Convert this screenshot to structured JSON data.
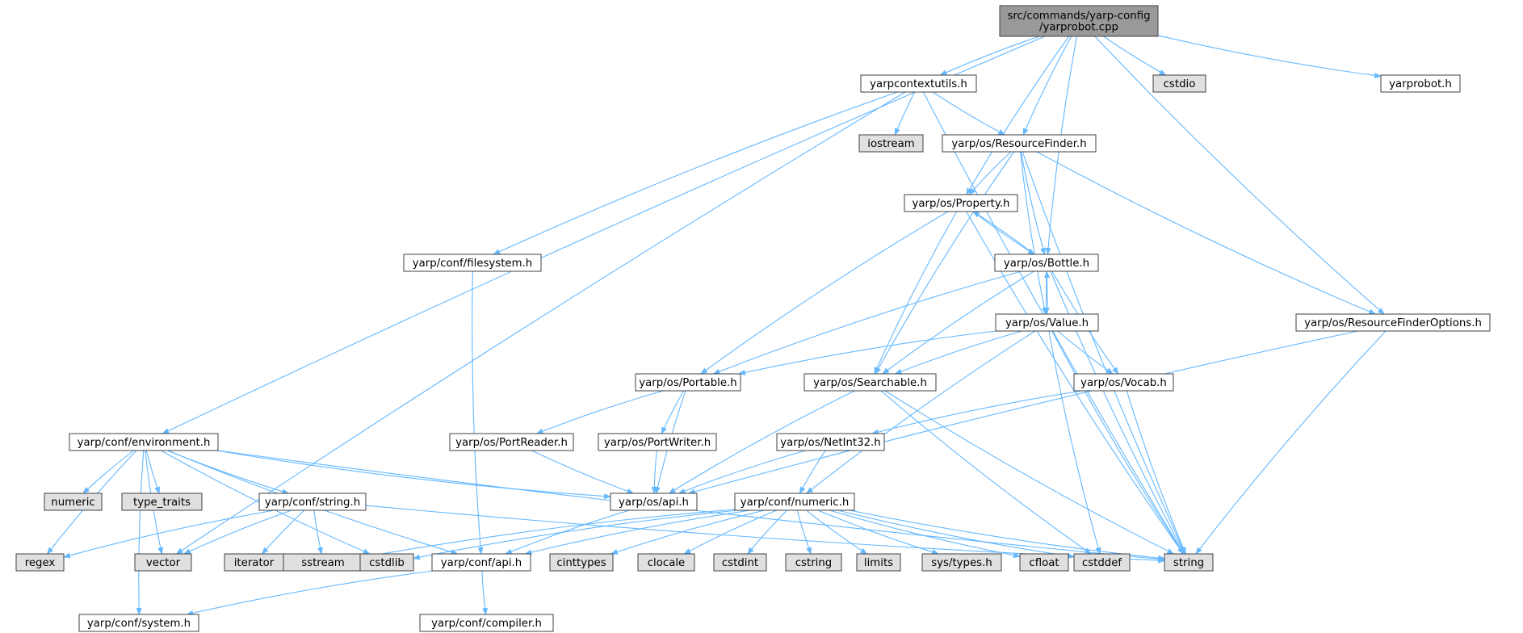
{
  "colors": {
    "edge": "#63b8ff",
    "root_fill": "#999999",
    "header_fill": "#ffffff",
    "system_fill": "#e0e0e0",
    "border": "#404040",
    "border_light": "#999999"
  },
  "graph": {
    "nodes": [
      {
        "id": "root",
        "lines": [
          "src/commands/yarp-config",
          "/yarprobot.cpp"
        ],
        "kind": "root"
      },
      {
        "id": "yarpcontextutils",
        "lines": [
          "yarpcontextutils.h"
        ],
        "kind": "header"
      },
      {
        "id": "cstdio",
        "lines": [
          "cstdio"
        ],
        "kind": "system"
      },
      {
        "id": "yarprobot_h",
        "lines": [
          "yarprobot.h"
        ],
        "kind": "header"
      },
      {
        "id": "iostream",
        "lines": [
          "iostream"
        ],
        "kind": "system"
      },
      {
        "id": "resourcefinder",
        "lines": [
          "yarp/os/ResourceFinder.h"
        ],
        "kind": "header"
      },
      {
        "id": "property",
        "lines": [
          "yarp/os/Property.h"
        ],
        "kind": "header"
      },
      {
        "id": "filesystem",
        "lines": [
          "yarp/conf/filesystem.h"
        ],
        "kind": "header"
      },
      {
        "id": "bottle",
        "lines": [
          "yarp/os/Bottle.h"
        ],
        "kind": "header"
      },
      {
        "id": "rfoptions",
        "lines": [
          "yarp/os/ResourceFinderOptions.h"
        ],
        "kind": "header"
      },
      {
        "id": "value",
        "lines": [
          "yarp/os/Value.h"
        ],
        "kind": "header"
      },
      {
        "id": "portable",
        "lines": [
          "yarp/os/Portable.h"
        ],
        "kind": "header"
      },
      {
        "id": "searchable",
        "lines": [
          "yarp/os/Searchable.h"
        ],
        "kind": "header"
      },
      {
        "id": "vocab",
        "lines": [
          "yarp/os/Vocab.h"
        ],
        "kind": "header"
      },
      {
        "id": "environment",
        "lines": [
          "yarp/conf/environment.h"
        ],
        "kind": "header"
      },
      {
        "id": "portreader",
        "lines": [
          "yarp/os/PortReader.h"
        ],
        "kind": "header"
      },
      {
        "id": "portwriter",
        "lines": [
          "yarp/os/PortWriter.h"
        ],
        "kind": "header"
      },
      {
        "id": "netint32",
        "lines": [
          "yarp/os/NetInt32.h"
        ],
        "kind": "header"
      },
      {
        "id": "numeric",
        "lines": [
          "numeric"
        ],
        "kind": "system"
      },
      {
        "id": "type_traits",
        "lines": [
          "type_traits"
        ],
        "kind": "system"
      },
      {
        "id": "confstring",
        "lines": [
          "yarp/conf/string.h"
        ],
        "kind": "header"
      },
      {
        "id": "osapi",
        "lines": [
          "yarp/os/api.h"
        ],
        "kind": "header"
      },
      {
        "id": "confnumeric",
        "lines": [
          "yarp/conf/numeric.h"
        ],
        "kind": "header"
      },
      {
        "id": "regex",
        "lines": [
          "regex"
        ],
        "kind": "system"
      },
      {
        "id": "vector",
        "lines": [
          "vector"
        ],
        "kind": "system"
      },
      {
        "id": "iterator",
        "lines": [
          "iterator"
        ],
        "kind": "system"
      },
      {
        "id": "sstream",
        "lines": [
          "sstream"
        ],
        "kind": "system"
      },
      {
        "id": "cstdlib",
        "lines": [
          "cstdlib"
        ],
        "kind": "system"
      },
      {
        "id": "confapi",
        "lines": [
          "yarp/conf/api.h"
        ],
        "kind": "header"
      },
      {
        "id": "cinttypes",
        "lines": [
          "cinttypes"
        ],
        "kind": "system"
      },
      {
        "id": "clocale",
        "lines": [
          "clocale"
        ],
        "kind": "system"
      },
      {
        "id": "cstdint",
        "lines": [
          "cstdint"
        ],
        "kind": "system"
      },
      {
        "id": "cstring",
        "lines": [
          "cstring"
        ],
        "kind": "system"
      },
      {
        "id": "limits",
        "lines": [
          "limits"
        ],
        "kind": "system"
      },
      {
        "id": "systypes",
        "lines": [
          "sys/types.h"
        ],
        "kind": "system"
      },
      {
        "id": "cfloat",
        "lines": [
          "cfloat"
        ],
        "kind": "system"
      },
      {
        "id": "cstddef",
        "lines": [
          "cstddef"
        ],
        "kind": "system"
      },
      {
        "id": "string",
        "lines": [
          "string"
        ],
        "kind": "system"
      },
      {
        "id": "confsystem",
        "lines": [
          "yarp/conf/system.h"
        ],
        "kind": "header"
      },
      {
        "id": "confcompiler",
        "lines": [
          "yarp/conf/compiler.h"
        ],
        "kind": "header"
      }
    ],
    "edges": [
      [
        "root",
        "yarpcontextutils"
      ],
      [
        "root",
        "cstdio"
      ],
      [
        "root",
        "yarprobot_h"
      ],
      [
        "root",
        "resourcefinder"
      ],
      [
        "root",
        "property"
      ],
      [
        "root",
        "bottle"
      ],
      [
        "root",
        "rfoptions"
      ],
      [
        "root",
        "environment"
      ],
      [
        "yarpcontextutils",
        "iostream"
      ],
      [
        "yarpcontextutils",
        "resourcefinder"
      ],
      [
        "yarpcontextutils",
        "filesystem"
      ],
      [
        "yarpcontextutils",
        "vector"
      ],
      [
        "yarpcontextutils",
        "string"
      ],
      [
        "resourcefinder",
        "property"
      ],
      [
        "resourcefinder",
        "bottle"
      ],
      [
        "resourcefinder",
        "value"
      ],
      [
        "resourcefinder",
        "searchable"
      ],
      [
        "resourcefinder",
        "rfoptions"
      ],
      [
        "resourcefinder",
        "string"
      ],
      [
        "property",
        "bottle"
      ],
      [
        "property",
        "portable"
      ],
      [
        "property",
        "searchable"
      ],
      [
        "property",
        "string"
      ],
      [
        "bottle",
        "property"
      ],
      [
        "bottle",
        "value"
      ],
      [
        "bottle",
        "portable"
      ],
      [
        "bottle",
        "searchable"
      ],
      [
        "bottle",
        "vocab"
      ],
      [
        "bottle",
        "string"
      ],
      [
        "value",
        "bottle"
      ],
      [
        "value",
        "portable"
      ],
      [
        "value",
        "searchable"
      ],
      [
        "value",
        "vocab"
      ],
      [
        "value",
        "confnumeric"
      ],
      [
        "value",
        "cstddef"
      ],
      [
        "value",
        "string"
      ],
      [
        "filesystem",
        "confapi"
      ],
      [
        "rfoptions",
        "osapi"
      ],
      [
        "rfoptions",
        "string"
      ],
      [
        "portable",
        "portreader"
      ],
      [
        "portable",
        "portwriter"
      ],
      [
        "portable",
        "osapi"
      ],
      [
        "searchable",
        "osapi"
      ],
      [
        "searchable",
        "cstddef"
      ],
      [
        "searchable",
        "string"
      ],
      [
        "vocab",
        "netint32"
      ],
      [
        "vocab",
        "string"
      ],
      [
        "portreader",
        "osapi"
      ],
      [
        "portwriter",
        "osapi"
      ],
      [
        "netint32",
        "osapi"
      ],
      [
        "netint32",
        "confnumeric"
      ],
      [
        "environment",
        "numeric"
      ],
      [
        "environment",
        "type_traits"
      ],
      [
        "environment",
        "confstring"
      ],
      [
        "environment",
        "regex"
      ],
      [
        "environment",
        "vector"
      ],
      [
        "environment",
        "cstdlib"
      ],
      [
        "environment",
        "confapi"
      ],
      [
        "environment",
        "osapi"
      ],
      [
        "environment",
        "string"
      ],
      [
        "environment",
        "confsystem"
      ],
      [
        "confstring",
        "regex"
      ],
      [
        "confstring",
        "vector"
      ],
      [
        "confstring",
        "iterator"
      ],
      [
        "confstring",
        "sstream"
      ],
      [
        "confstring",
        "string"
      ],
      [
        "osapi",
        "confapi"
      ],
      [
        "confnumeric",
        "confapi"
      ],
      [
        "confnumeric",
        "sstream"
      ],
      [
        "confnumeric",
        "cstdlib"
      ],
      [
        "confnumeric",
        "cinttypes"
      ],
      [
        "confnumeric",
        "clocale"
      ],
      [
        "confnumeric",
        "cstdint"
      ],
      [
        "confnumeric",
        "cstring"
      ],
      [
        "confnumeric",
        "limits"
      ],
      [
        "confnumeric",
        "systypes"
      ],
      [
        "confnumeric",
        "cfloat"
      ],
      [
        "confnumeric",
        "cstddef"
      ],
      [
        "confnumeric",
        "string"
      ],
      [
        "confapi",
        "confsystem"
      ],
      [
        "confapi",
        "confcompiler"
      ]
    ]
  }
}
